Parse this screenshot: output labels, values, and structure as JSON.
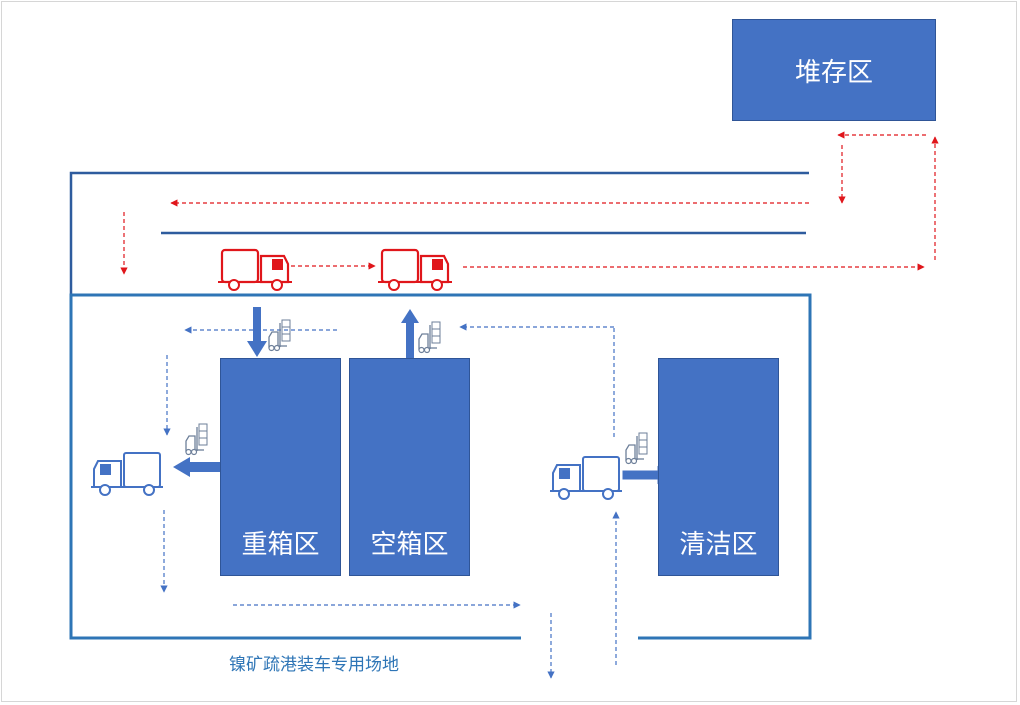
{
  "zones": {
    "storage": "堆存区",
    "heavy": "重箱区",
    "empty": "空箱区",
    "clean": "清洁区"
  },
  "site_caption": "镍矿疏港装车专用场地",
  "colors": {
    "zone_fill": "#4472c4",
    "road_line": "#2e5c9e",
    "site_border": "#2e75b6",
    "loaded_truck": "#e0161b",
    "empty_truck": "#4472c4",
    "red_flow": "#e0161b",
    "blue_flow": "#4472c4"
  }
}
